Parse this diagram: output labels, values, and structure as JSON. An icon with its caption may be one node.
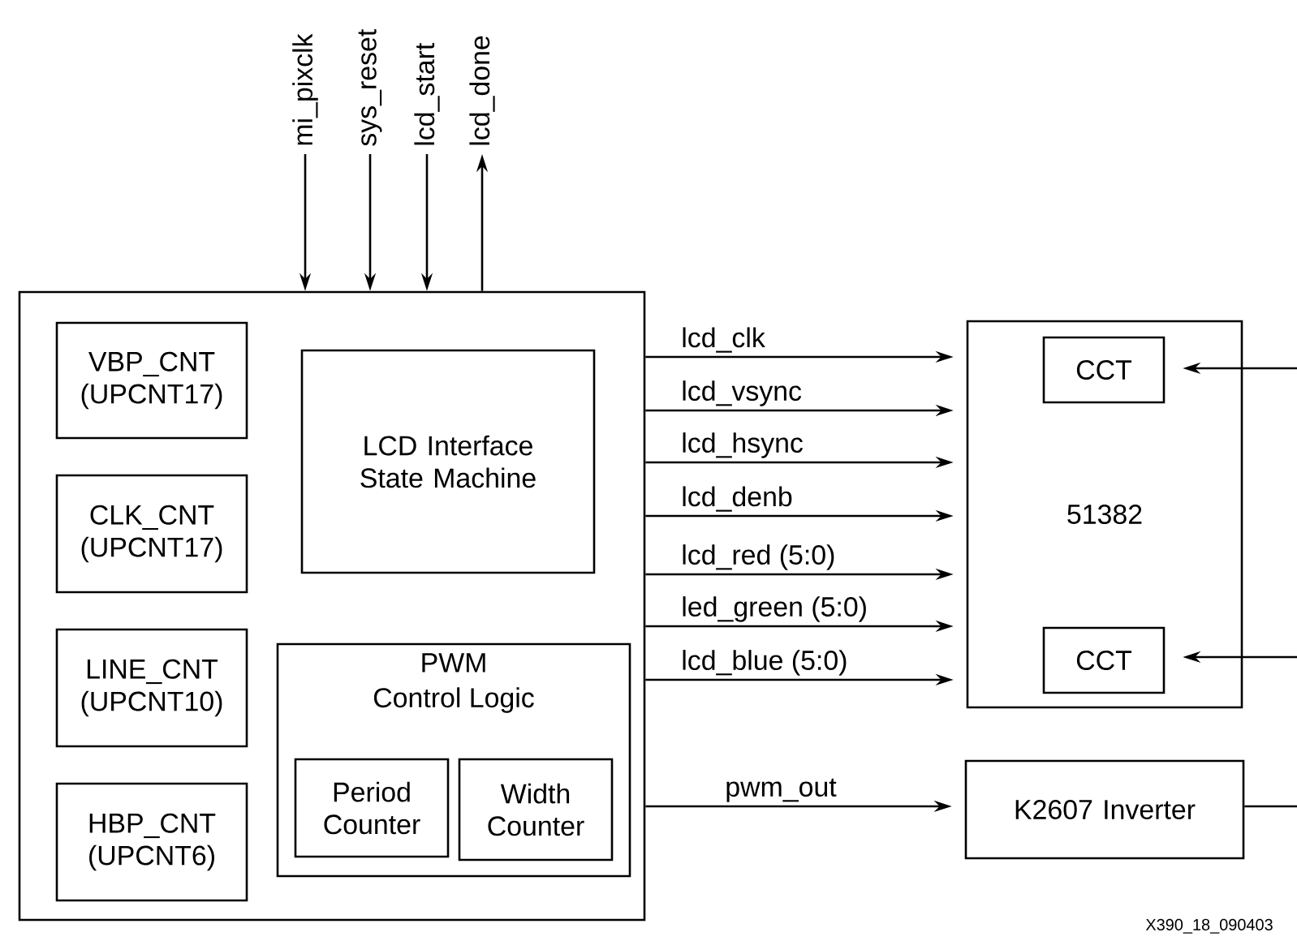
{
  "diagram": {
    "nodes": [
      {
        "text": [],
        "shape": "box"
      },
      {
        "text": [
          "VBP_CNT (UPCNT17)"
        ],
        "in": 0
      },
      {
        "text": [
          "LCD Interface State Machine"
        ],
        "in": 0
      },
      {
        "text": [
          "CLK_CNT (UPCNT17)"
        ],
        "in": 0
      },
      {
        "text": [
          "LINE_CNT (UPCNT10)"
        ],
        "in": 0
      },
      {
        "text": [
          "PWM",
          "Control Logic"
        ],
        "in": 0
      },
      {
        "text": [
          "Period Counter"
        ],
        "in": 5
      },
      {
        "text": [
          "Width Counter"
        ],
        "in": 5
      },
      {
        "text": [
          "HBP_CNT (UPCNT6)"
        ],
        "in": 0
      },
      {
        "text": [
          "51382"
        ]
      },
      {
        "text": [
          "CCT"
        ],
        "in": 9
      },
      {
        "text": [
          "CCT"
        ],
        "in": 9
      },
      {
        "text": [
          "K2607 Inverter"
        ]
      }
    ],
    "edges": [
      {
        "from": null,
        "to": 0,
        "arrow": "to",
        "label": "mi_pixclk"
      },
      {
        "from": null,
        "to": 0,
        "arrow": "to",
        "label": "sys_reset"
      },
      {
        "from": null,
        "to": 0,
        "arrow": "to",
        "label": "lcd_start"
      },
      {
        "from": 0,
        "to": null,
        "arrow": "to",
        "label": "lcd_done"
      },
      {
        "from": 0,
        "to": 9,
        "arrow": "to",
        "label": "lcd_clk"
      },
      {
        "from": 0,
        "to": 9,
        "arrow": "to",
        "label": "lcd_vsync"
      },
      {
        "from": 0,
        "to": 9,
        "arrow": "to",
        "label": "lcd_hsync"
      },
      {
        "from": 0,
        "to": 9,
        "arrow": "to",
        "label": "lcd_denb"
      },
      {
        "from": 0,
        "to": 9,
        "arrow": "to",
        "label": "lcd_red (5:0)"
      },
      {
        "from": 0,
        "to": 9,
        "arrow": "to",
        "label": "led_green (5:0)"
      },
      {
        "from": 0,
        "to": 9,
        "arrow": "to",
        "label": "lcd_blue (5:0)"
      },
      {
        "from": 0,
        "to": 12,
        "arrow": "to",
        "label": "pwm_out"
      },
      {
        "from": null,
        "to": 10,
        "arrow": "to"
      },
      {
        "from": null,
        "to": 11,
        "arrow": "to"
      },
      {
        "from": 12,
        "to": null,
        "arrow": "none"
      }
    ],
    "labels": [
      "X390_18_090403"
    ]
  }
}
